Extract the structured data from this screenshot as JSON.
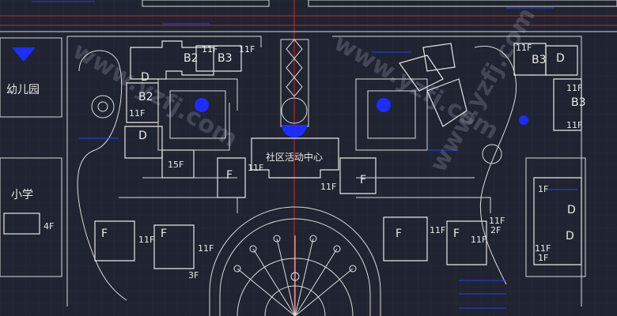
{
  "labels": {
    "community_center": "社区活动中心",
    "kindergarten": "幼儿园",
    "primary_school": "小学",
    "school_floors": "4F",
    "b2_top": "B2",
    "b3_top": "B3",
    "f11_a": "11F",
    "f11_b": "11F",
    "d_left": "D",
    "b2_left": "B2",
    "f11_c": "11F",
    "d_left2": "D",
    "f15": "15F",
    "f_mid_left": "F",
    "f11_mid": "11F",
    "f11_mid2": "11F",
    "f_mid_right": "F",
    "f_low1": "F",
    "f11_low1": "11F",
    "f_low2": "F",
    "f11_low2": "11F",
    "f3": "3F",
    "f_r1": "F",
    "f11_r1": "11F",
    "f_r2": "F",
    "f11_r2": "11F",
    "f2": "2F",
    "f11_r3": "11F",
    "b3_right": "B3",
    "d_right": "D",
    "f11_right": "11F",
    "f11_right2": "11F",
    "b3_right2": "B3",
    "f11_right3": "11F",
    "f1_right": "1F",
    "d_right2": "D",
    "d_right3": "D",
    "f1_right2": "1F",
    "f11_right4": "11F"
  },
  "watermark": "www.yzfj.com",
  "colors": {
    "background": "#1f2430",
    "linework": "#e6e6e6",
    "annotation_blue": "#2b3cff",
    "axis_red": "#d02525",
    "water_blue": "#1d2cff"
  }
}
